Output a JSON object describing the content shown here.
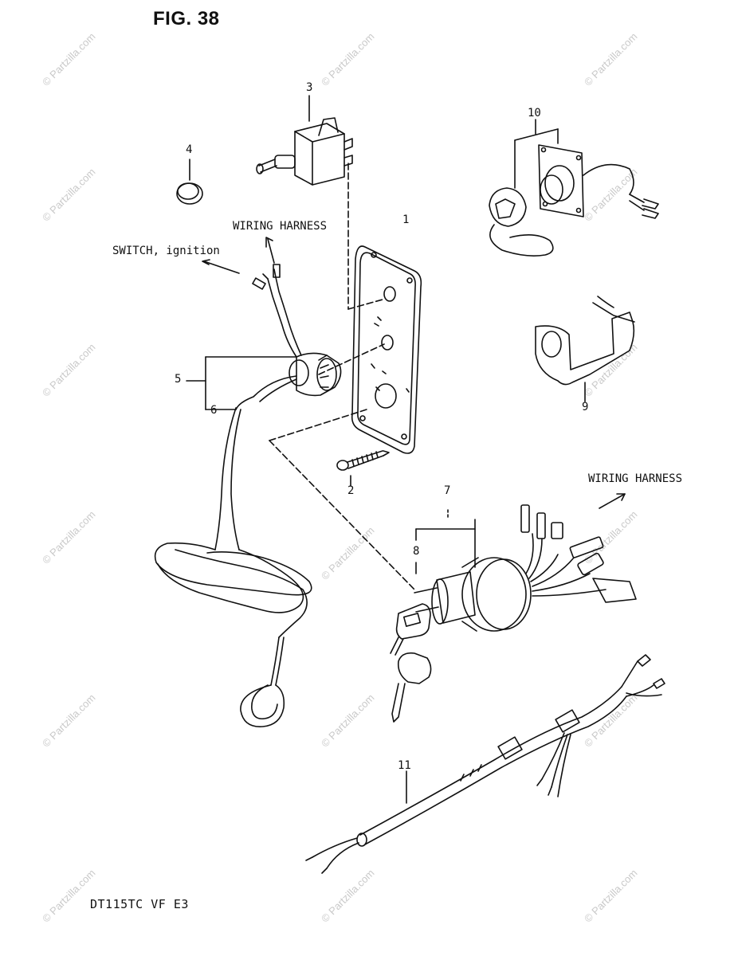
{
  "figure": {
    "title": "FIG. 38",
    "model_code": "DT115TC VF E3"
  },
  "annotations": {
    "wiring_harness_top": "WIRING HARNESS",
    "switch_ignition": "SWITCH, ignition",
    "wiring_harness_right": "WIRING HARNESS"
  },
  "callouts": {
    "c1": "1",
    "c2": "2",
    "c3": "3",
    "c4": "4",
    "c5": "5",
    "c6": "6",
    "c7": "7",
    "c8": "8",
    "c9": "9",
    "c10": "10",
    "c11": "11"
  },
  "watermark": "© Partzilla.com"
}
